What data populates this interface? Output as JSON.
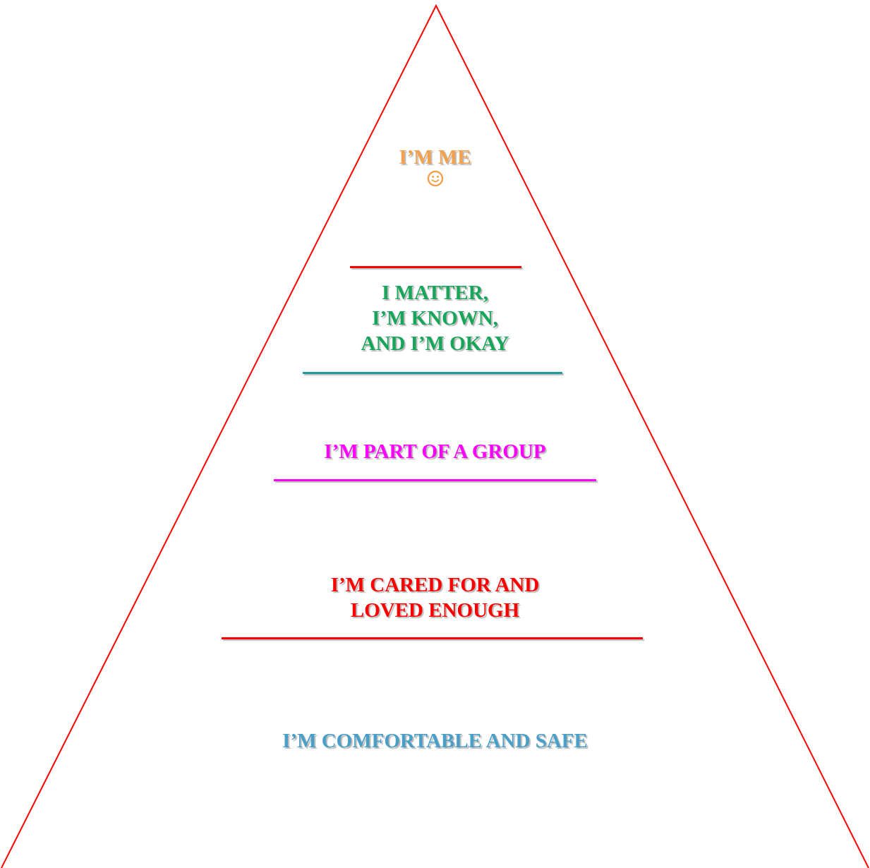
{
  "diagram": {
    "outline_color": "#ff0000",
    "tiers": [
      {
        "id": "top",
        "lines": [
          "I’M ME"
        ],
        "color": "#f4a04c",
        "icon": "smiley-face-icon"
      },
      {
        "id": "esteem",
        "lines": [
          "I MATTER,",
          "I’M KNOWN,",
          "AND I’M OKAY"
        ],
        "color": "#17a55a"
      },
      {
        "id": "belonging",
        "lines": [
          "I’M PART OF A GROUP"
        ],
        "color": "#ff00ff"
      },
      {
        "id": "love",
        "lines": [
          "I’M CARED FOR AND",
          "LOVED ENOUGH"
        ],
        "color": "#ff0000"
      },
      {
        "id": "safety",
        "lines": [
          "I’M COMFORTABLE AND SAFE"
        ],
        "color": "#4a9fc8"
      }
    ],
    "dividers": [
      {
        "color": "#ff0000"
      },
      {
        "color": "#1e9aa0"
      },
      {
        "color": "#ff00ff"
      },
      {
        "color": "#ff0000"
      }
    ]
  }
}
